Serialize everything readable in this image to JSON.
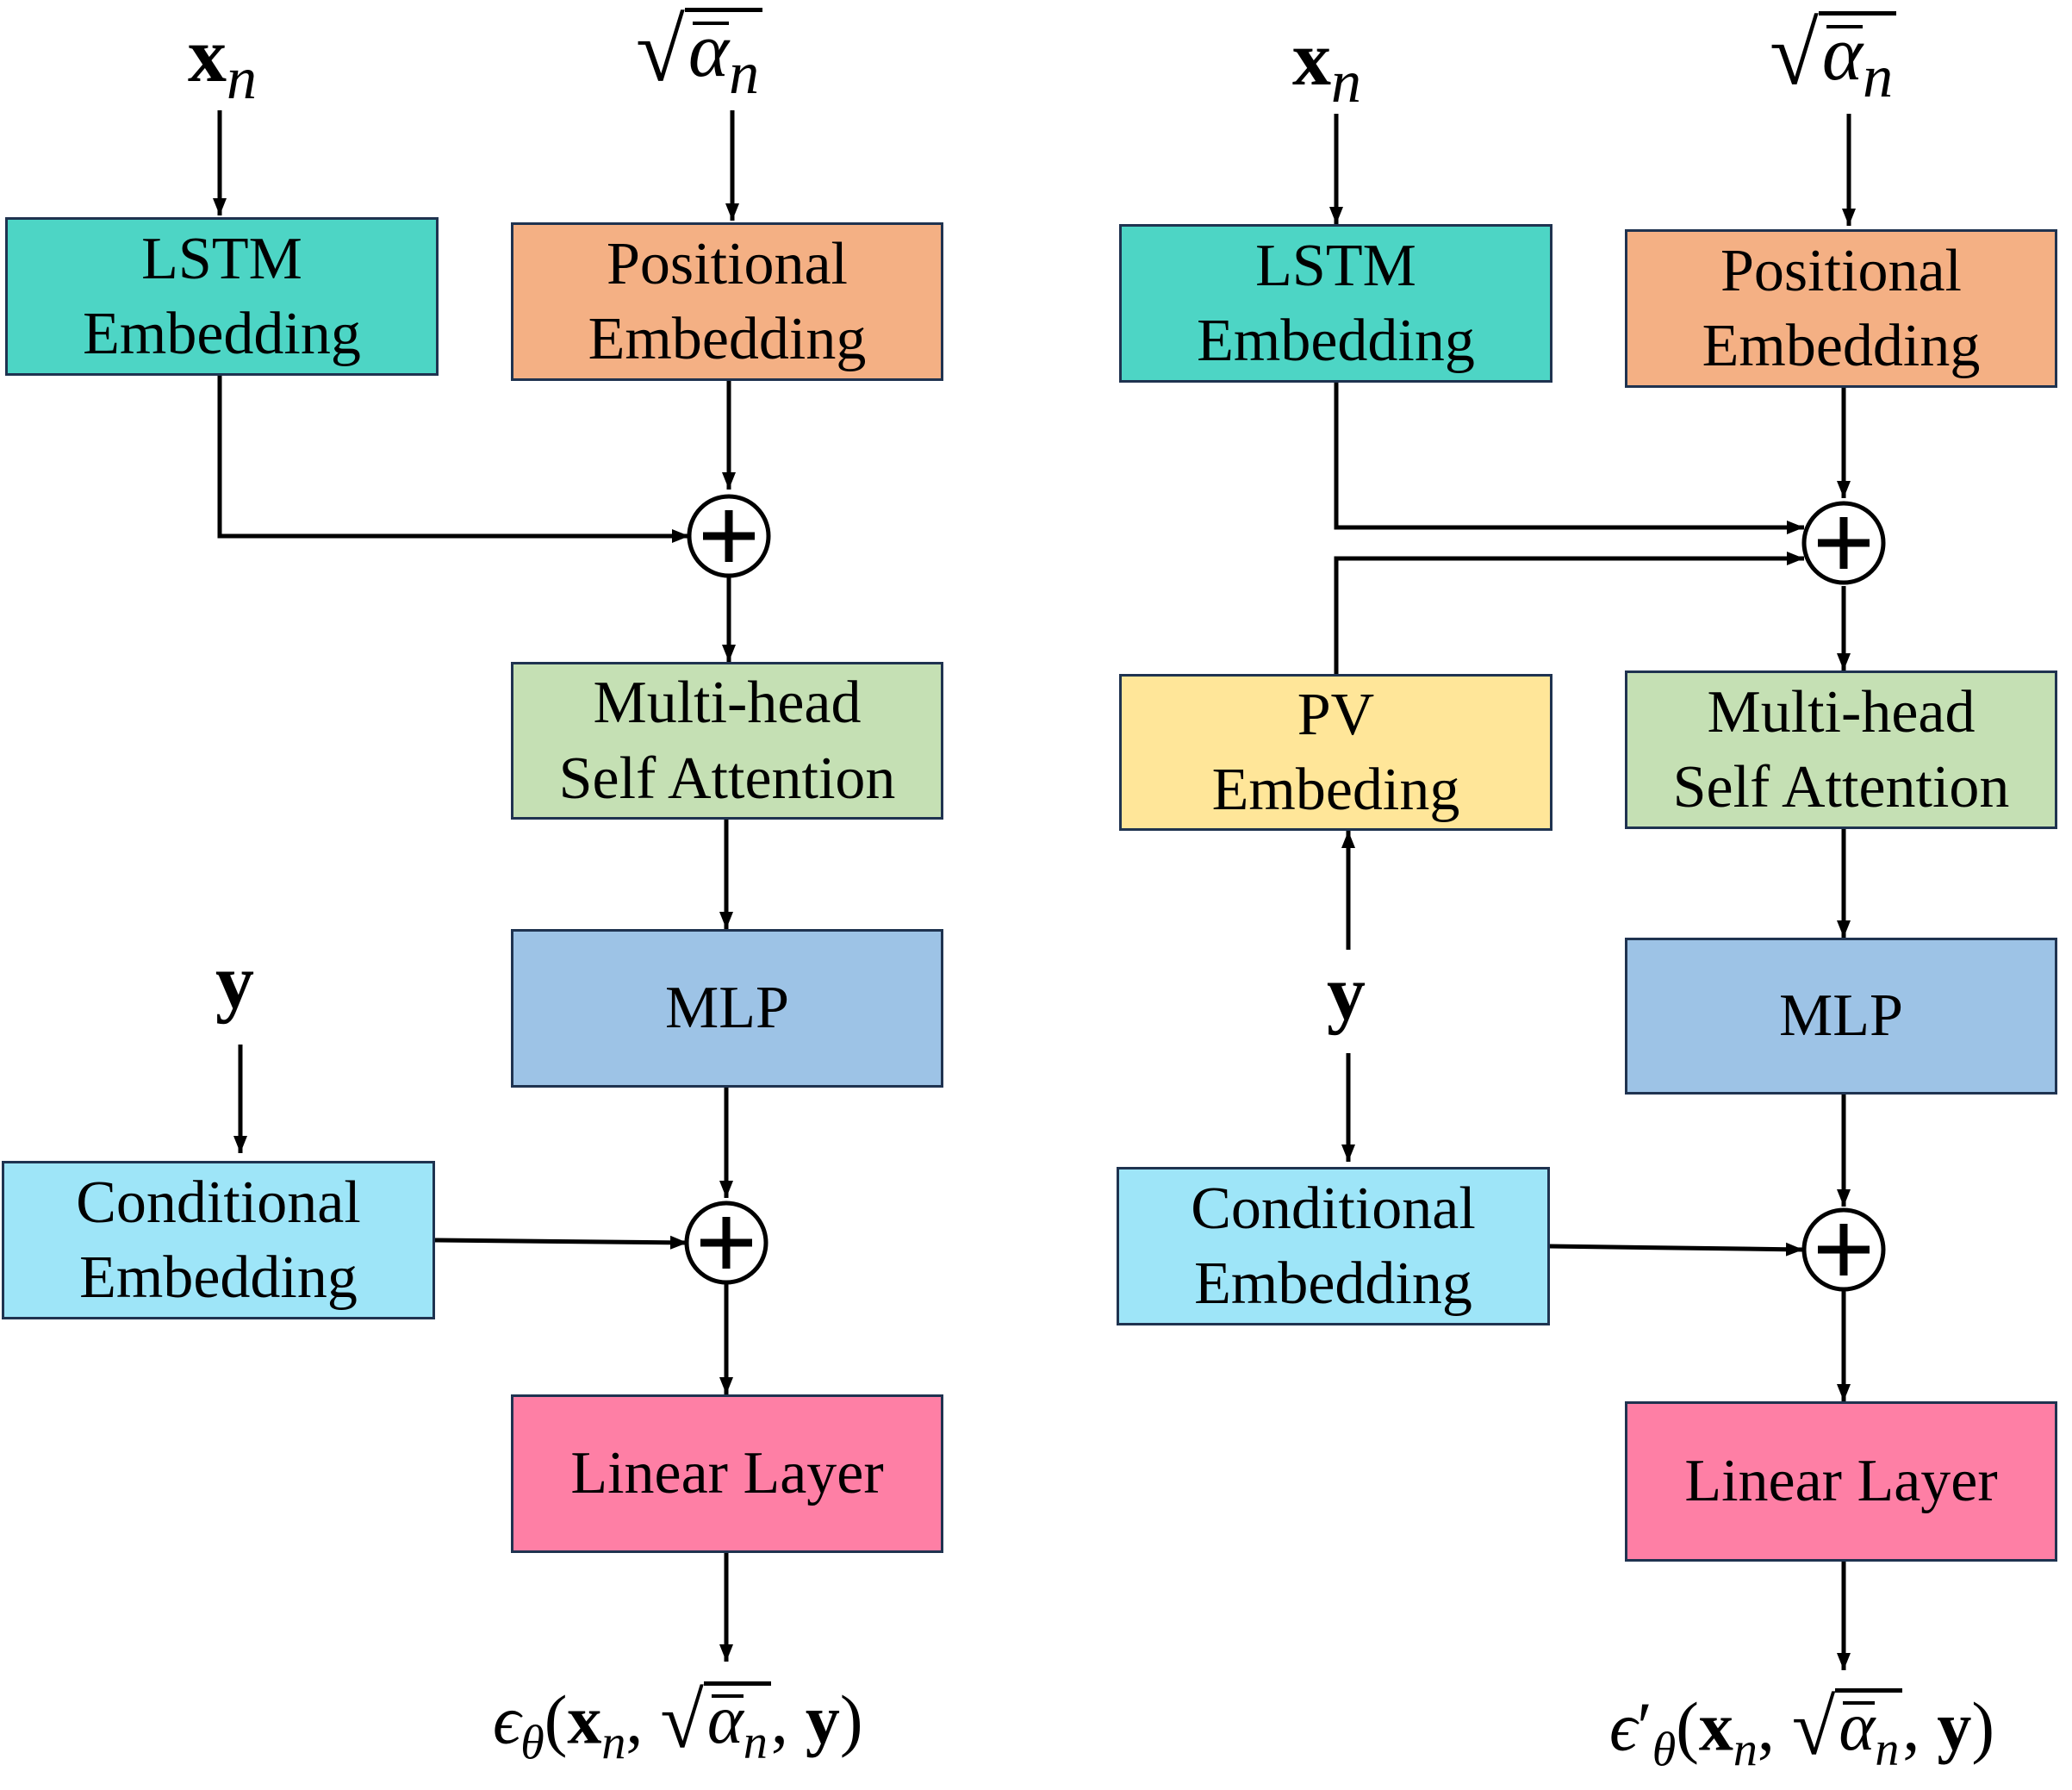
{
  "colors": {
    "lstm": "#4dd5c5",
    "positional": "#f4b084",
    "attention": "#c5e0b4",
    "mlp": "#9dc3e6",
    "conditional": "#9ee5f8",
    "linear": "#fe7fa5",
    "pv": "#ffe699",
    "border": "#1f3350"
  },
  "left": {
    "lstm": [
      "LSTM",
      "Embedding"
    ],
    "positional": [
      "Positional",
      "Embedding"
    ],
    "attention": [
      "Multi-head",
      "Self Attention"
    ],
    "mlp": "MLP",
    "conditional": [
      "Conditional",
      "Embedding"
    ],
    "linear": "Linear Layer"
  },
  "right": {
    "lstm": [
      "LSTM",
      "Embedding"
    ],
    "positional": [
      "Positional",
      "Embedding"
    ],
    "pv": [
      "PV",
      "Embeding"
    ],
    "attention": [
      "Multi-head",
      "Self Attention"
    ],
    "mlp": "MLP",
    "conditional": [
      "Conditional",
      "Embedding"
    ],
    "linear": "Linear Layer"
  },
  "symbols": {
    "x": "x",
    "n": "n",
    "alpha": "α",
    "y": "y",
    "epsilon": "ϵ",
    "theta": "θ",
    "prime": "′"
  }
}
